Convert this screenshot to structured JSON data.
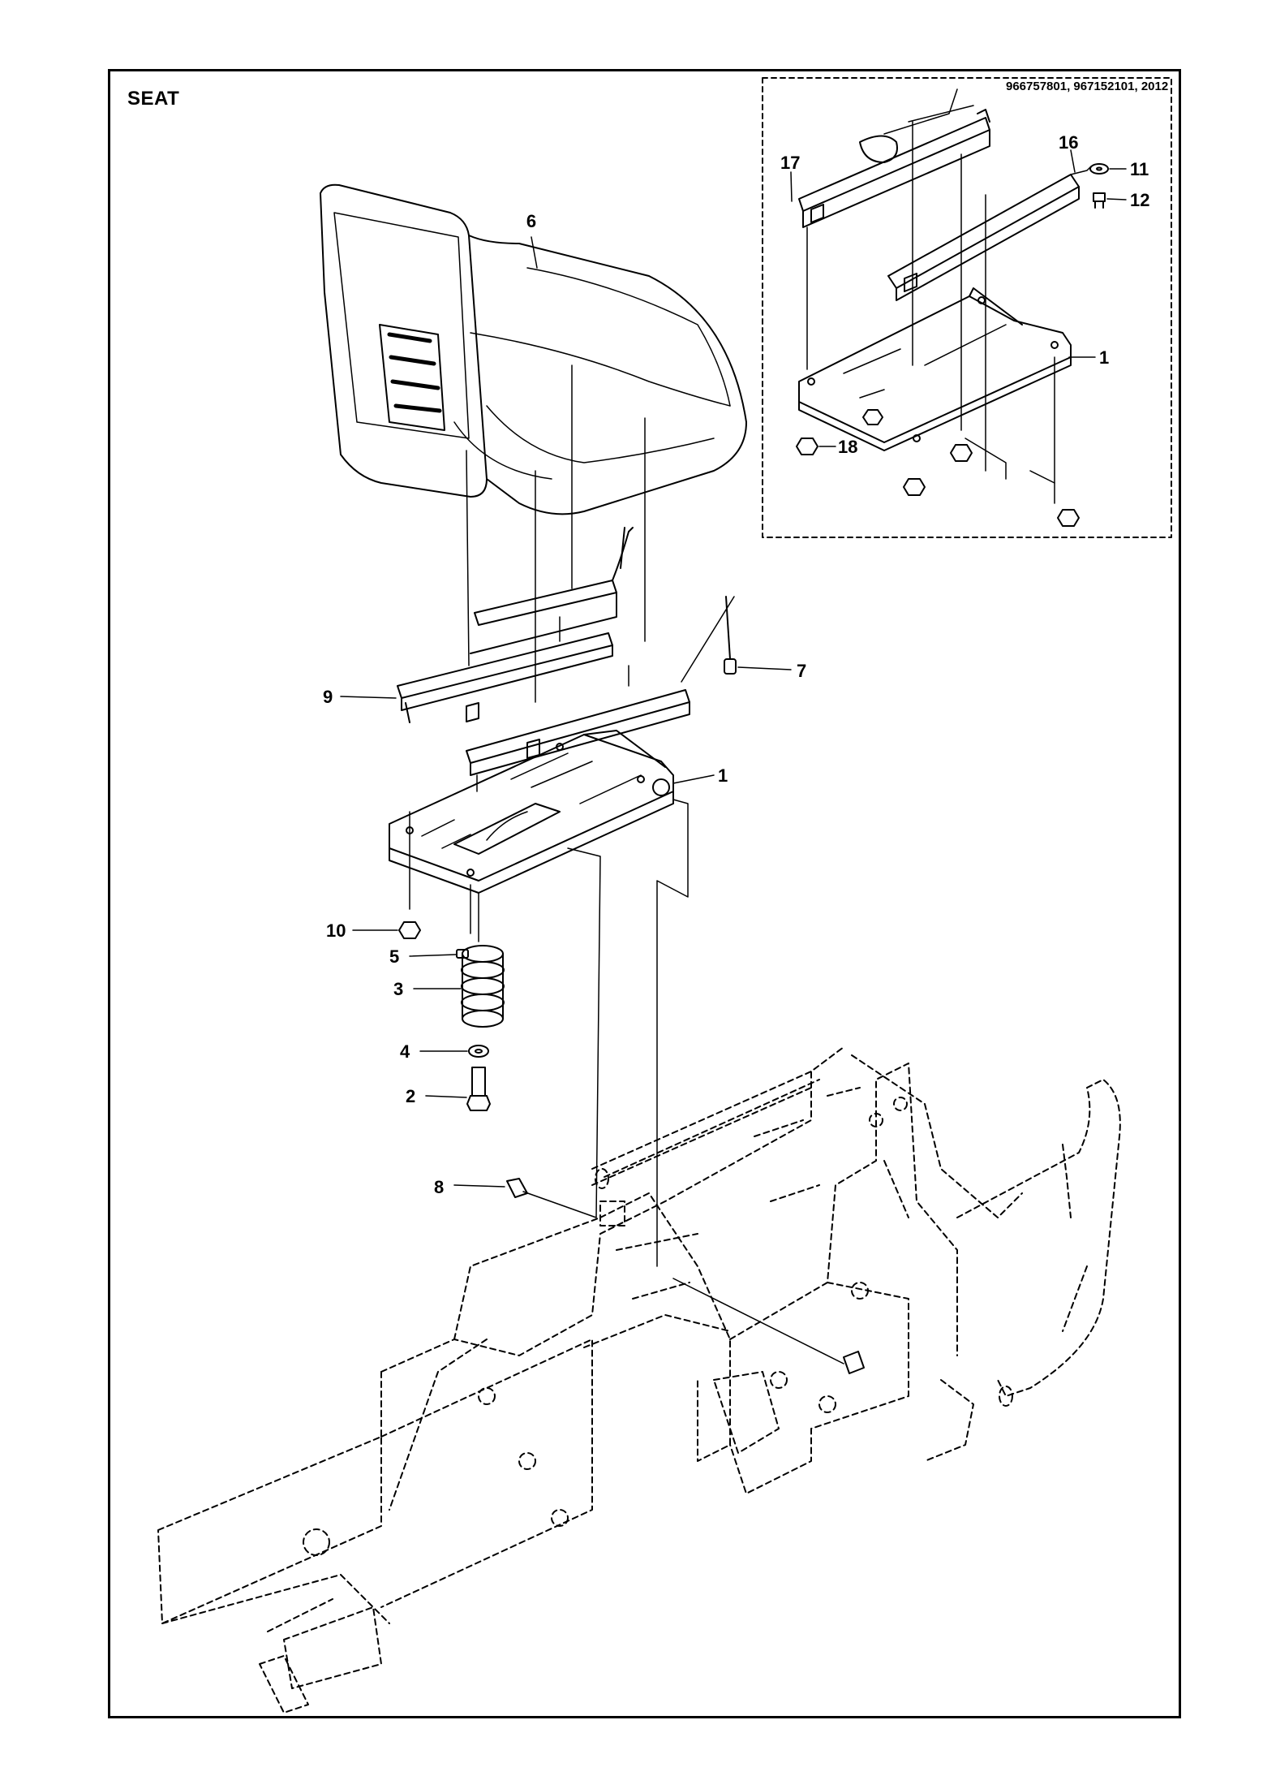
{
  "diagram": {
    "title": "SEAT",
    "model_numbers": "966757801, 967152101, 2012",
    "callouts": [
      {
        "id": "c6",
        "label": "6"
      },
      {
        "id": "c7",
        "label": "7"
      },
      {
        "id": "c9",
        "label": "9"
      },
      {
        "id": "c1a",
        "label": "1"
      },
      {
        "id": "c10",
        "label": "10"
      },
      {
        "id": "c5",
        "label": "5"
      },
      {
        "id": "c3",
        "label": "3"
      },
      {
        "id": "c4",
        "label": "4"
      },
      {
        "id": "c2",
        "label": "2"
      },
      {
        "id": "c8",
        "label": "8"
      },
      {
        "id": "c17",
        "label": "17"
      },
      {
        "id": "c16",
        "label": "16"
      },
      {
        "id": "c11",
        "label": "11"
      },
      {
        "id": "c12",
        "label": "12"
      },
      {
        "id": "c1b",
        "label": "1"
      },
      {
        "id": "c18",
        "label": "18"
      }
    ]
  },
  "colors": {
    "ink": "#000000",
    "paper": "#ffffff"
  }
}
